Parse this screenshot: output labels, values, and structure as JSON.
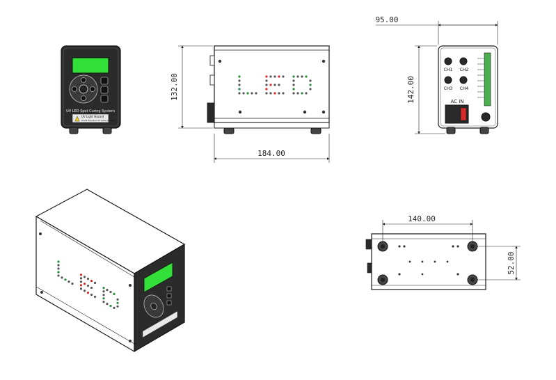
{
  "dimensions": {
    "depth_95": "95.00",
    "height_132": "132.00",
    "height_142": "142.00",
    "length_184": "184.00",
    "hole_spacing_140": "140.00",
    "hole_spacing_52": "52.00"
  },
  "front_panel": {
    "product_name": "UV LED Spot Curing System",
    "warning_line1": "UV Light Hazard",
    "warning_line2": "Avoid Exposure to eyes and skin"
  },
  "rear_panel": {
    "channels": [
      "CH1",
      "CH2",
      "CH3",
      "CH4"
    ],
    "ac_in_label": "AC  IN"
  },
  "side_logo_text": "LED",
  "colors": {
    "line": "#1a1a1a",
    "lcd": "#33e03a",
    "dot_red": "#d62b2b",
    "dot_green": "#2a8a3a",
    "terminal": "#4caf50",
    "body_dark": "#2a2a2a"
  }
}
